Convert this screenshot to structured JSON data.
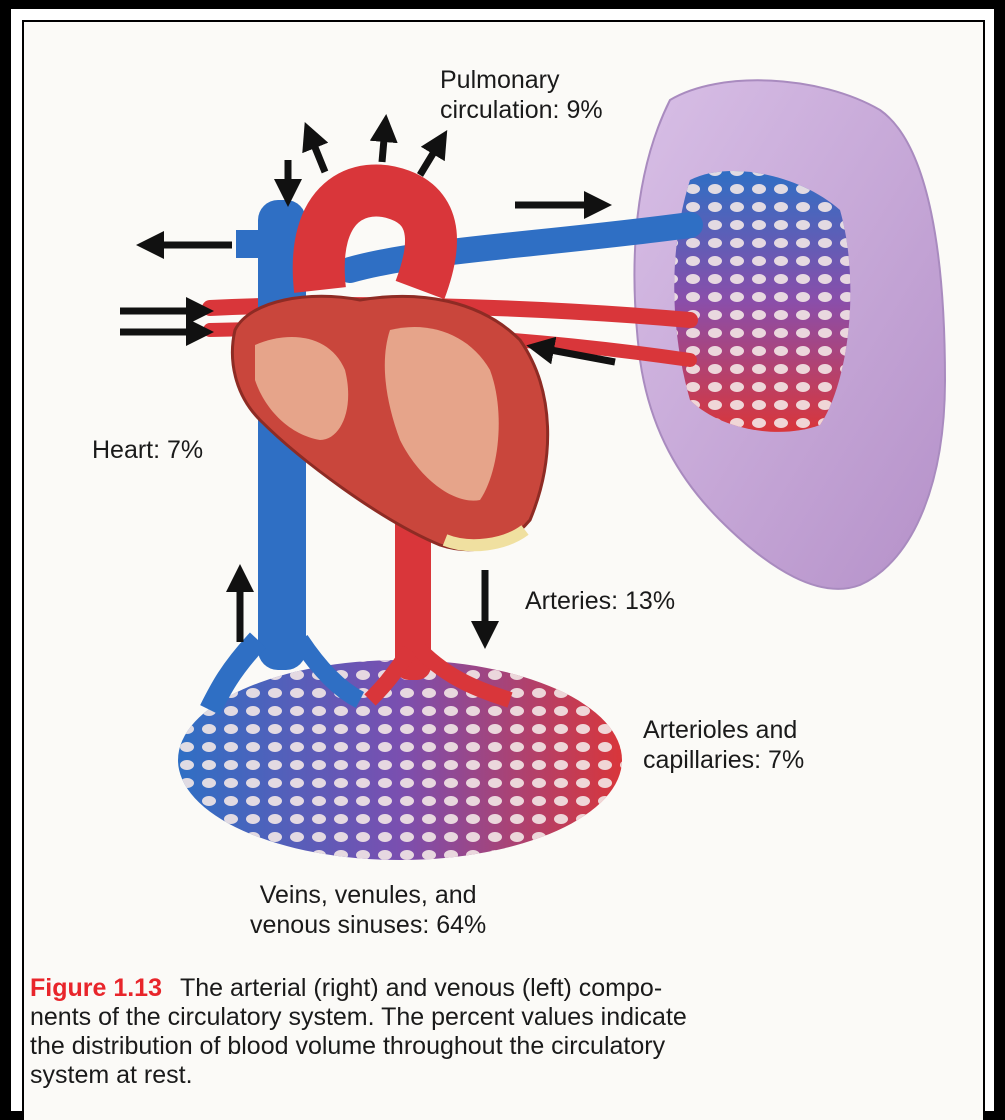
{
  "labels": {
    "pulmonary_line1": "Pulmonary",
    "pulmonary_line2": "circulation: 9%",
    "heart": "Heart: 7%",
    "arteries": "Arteries: 13%",
    "arterioles_line1": "Arterioles and",
    "arterioles_line2": "capillaries: 7%",
    "veins_line1": "Veins, venules, and",
    "veins_line2": "venous sinuses: 64%"
  },
  "caption": {
    "figure_number": "Figure 1.13",
    "line1": "The arterial (right) and venous (left) compo-",
    "line2": "nents of the circulatory system. The percent values indicate",
    "line3": "the distribution of blood volume throughout the circulatory",
    "line4": "system at rest."
  },
  "colors": {
    "arterial": "#d9363a",
    "venous": "#2f6fc4",
    "lung": "#c7a6d9",
    "figure_number": "#e8252b"
  }
}
